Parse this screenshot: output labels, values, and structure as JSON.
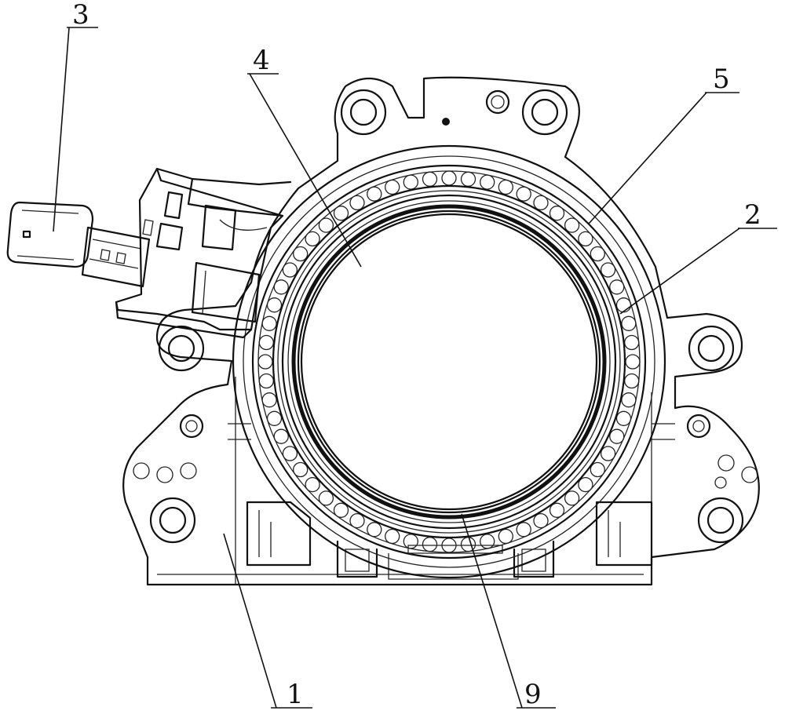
{
  "callouts": [
    {
      "id": "c1",
      "text": "1"
    },
    {
      "id": "c2",
      "text": "2"
    },
    {
      "id": "c3",
      "text": "3"
    },
    {
      "id": "c4",
      "text": "4"
    },
    {
      "id": "c5",
      "text": "5"
    },
    {
      "id": "c9",
      "text": "9"
    }
  ],
  "colors": {
    "line": "#111111",
    "background": "#ffffff"
  }
}
